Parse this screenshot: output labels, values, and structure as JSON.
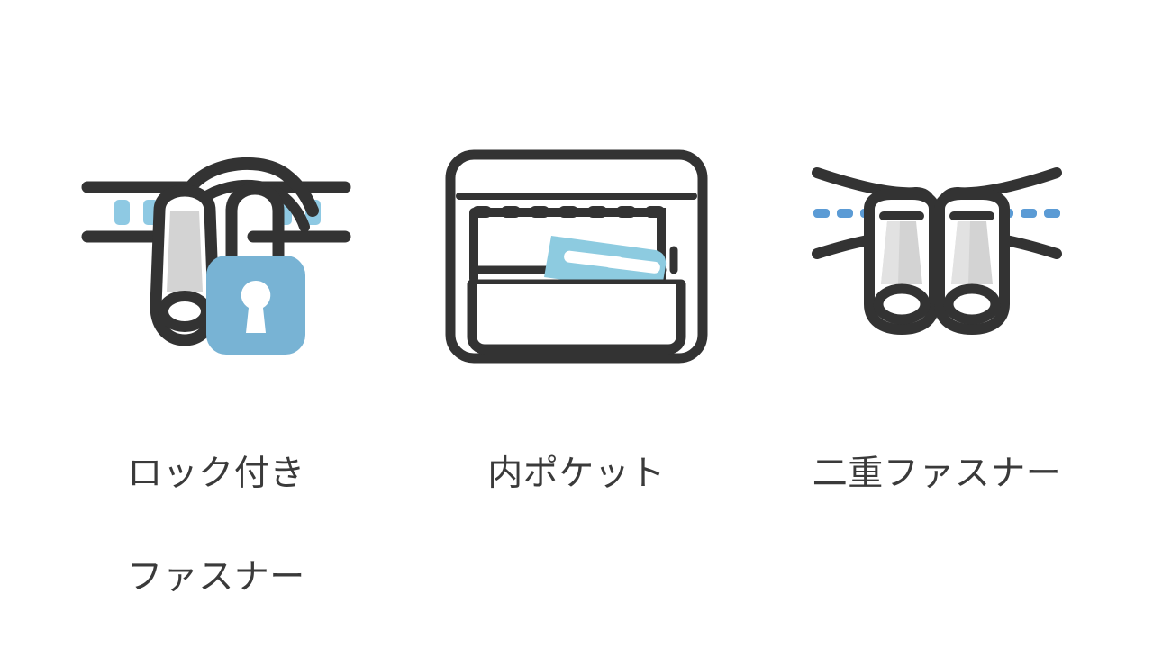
{
  "page": {
    "background_color": "#ffffff",
    "text_color": "#3a3a3a"
  },
  "palette": {
    "outline_dark": "#333333",
    "lock_blue": "#78b3d4",
    "zipper_teeth_blue": "#8ec9e3",
    "dash_blue": "#5b9bd5",
    "card_blue": "#8dcbe0",
    "pull_gray": "#d3d3d3",
    "pull_gray_light": "#e2e2e2"
  },
  "features": [
    {
      "id": "lockable-zipper",
      "icon_name": "lockable-zipper-icon",
      "caption_lines": [
        "ロック付き",
        "ファスナー"
      ],
      "caption": "ロック付きファスナー"
    },
    {
      "id": "inner-pocket",
      "icon_name": "inner-pocket-icon",
      "caption_lines": [
        "内ポケット"
      ],
      "caption": "内ポケット"
    },
    {
      "id": "double-zipper",
      "icon_name": "double-zipper-icon",
      "caption_lines": [
        "二重ファスナー"
      ],
      "caption": "二重ファスナー"
    }
  ]
}
